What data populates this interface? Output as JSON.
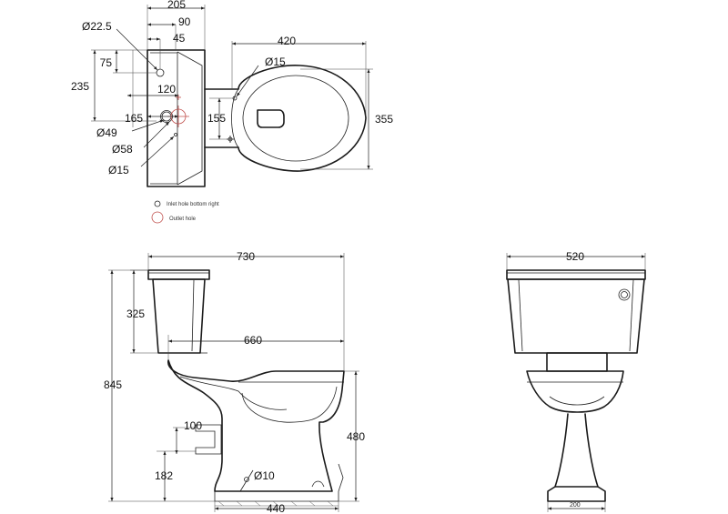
{
  "top_view": {
    "dim_205": "205",
    "dim_90": "90",
    "dim_45": "45",
    "dim_22_5": "Ø22.5",
    "dim_75": "75",
    "dim_235": "235",
    "dim_120": "120",
    "dim_165": "165",
    "dim_49": "Ø49",
    "dim_58": "Ø58",
    "dim_15_left": "Ø15",
    "dim_420": "420",
    "dim_15_top": "Ø15",
    "dim_155": "155",
    "dim_355": "355"
  },
  "legend": {
    "inlet": "Inlet hole bottom right",
    "outlet": "Outlet hole",
    "outlet_color": "#c0504d"
  },
  "side_view": {
    "dim_730": "730",
    "dim_325": "325",
    "dim_660": "660",
    "dim_845": "845",
    "dim_100": "100",
    "dim_182": "182",
    "dim_10": "Ø10",
    "dim_480": "480",
    "dim_440": "440"
  },
  "front_view": {
    "dim_520": "520",
    "dim_200": "200"
  }
}
